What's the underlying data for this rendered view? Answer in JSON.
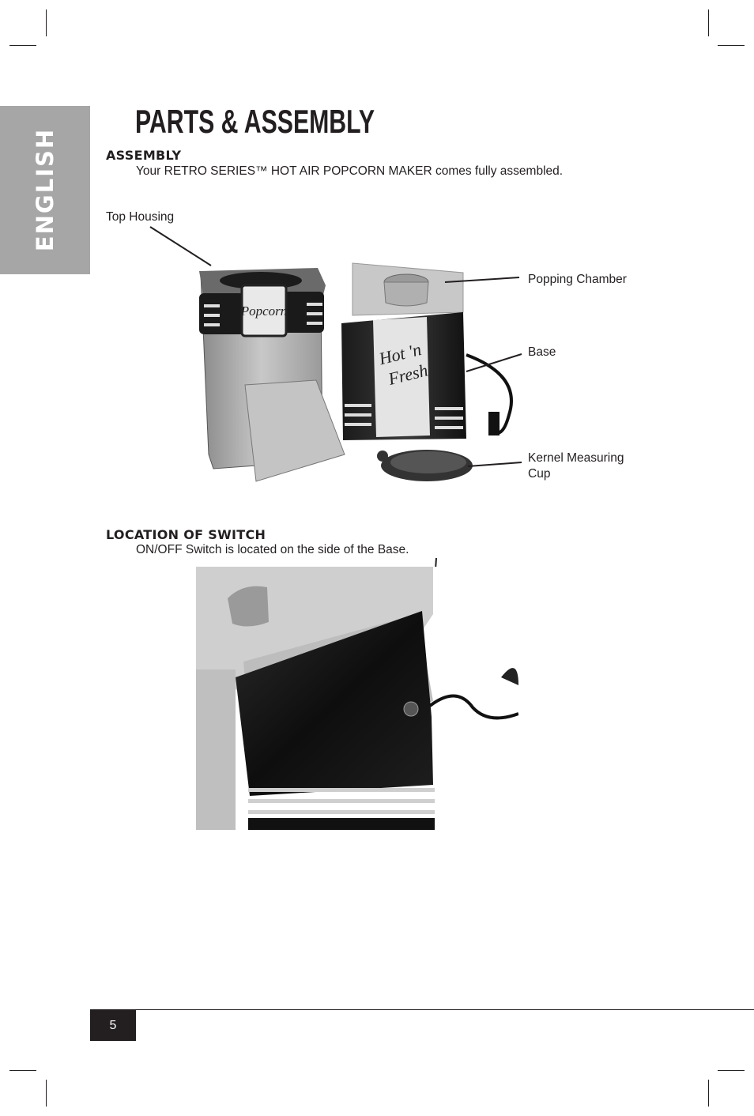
{
  "side_tab": {
    "label": "ENGLISH"
  },
  "page_title": "PARTS & ASSEMBLY",
  "assembly": {
    "heading": "ASSEMBLY",
    "text": "Your RETRO SERIES™ HOT AIR POPCORN MAKER comes fully assembled."
  },
  "parts_figure": {
    "labels": {
      "top_housing": "Top Housing",
      "popping_chamber": "Popping Chamber",
      "base": "Base",
      "kernel_cup_line1": "Kernel Measuring",
      "kernel_cup_line2": "Cup"
    },
    "housing_badge": "Popcorn",
    "base_badge_line1": "Hot 'n",
    "base_badge_line2": "Fresh"
  },
  "switch_section": {
    "heading": "LOCATION OF SWITCH",
    "text": "ON/OFF Switch is located on the side of the Base."
  },
  "footer": {
    "page_number": "5"
  }
}
